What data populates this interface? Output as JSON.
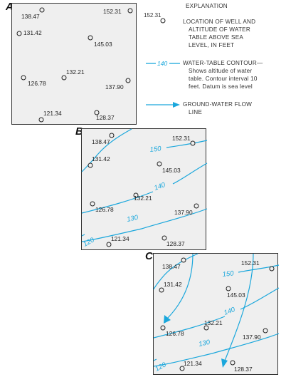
{
  "panels": {
    "a": "A",
    "b": "B",
    "c": "C"
  },
  "explanation": {
    "title": "EXPLANATION",
    "well_symbol_value": "152.31",
    "well_lines": [
      "LOCATION OF WELL AND",
      "ALTITUDE OF WATER",
      "TABLE ABOVE SEA",
      "LEVEL, IN FEET"
    ],
    "contour_symbol_value": "140",
    "contour_lines": [
      "WATER-TABLE CONTOUR—",
      "Shows altitude of water",
      "table. Contour interval 10",
      "feet. Datum is sea level"
    ],
    "flow_lines": [
      "GROUND-WATER FLOW",
      "LINE"
    ],
    "contour_color": "#1aa7dc"
  },
  "wells": [
    "138.47",
    "152.31",
    "131.42",
    "145.03",
    "132.21",
    "126.78",
    "137.90",
    "121.34",
    "128.37"
  ],
  "contour_labels": [
    "150",
    "140",
    "130",
    "120"
  ]
}
